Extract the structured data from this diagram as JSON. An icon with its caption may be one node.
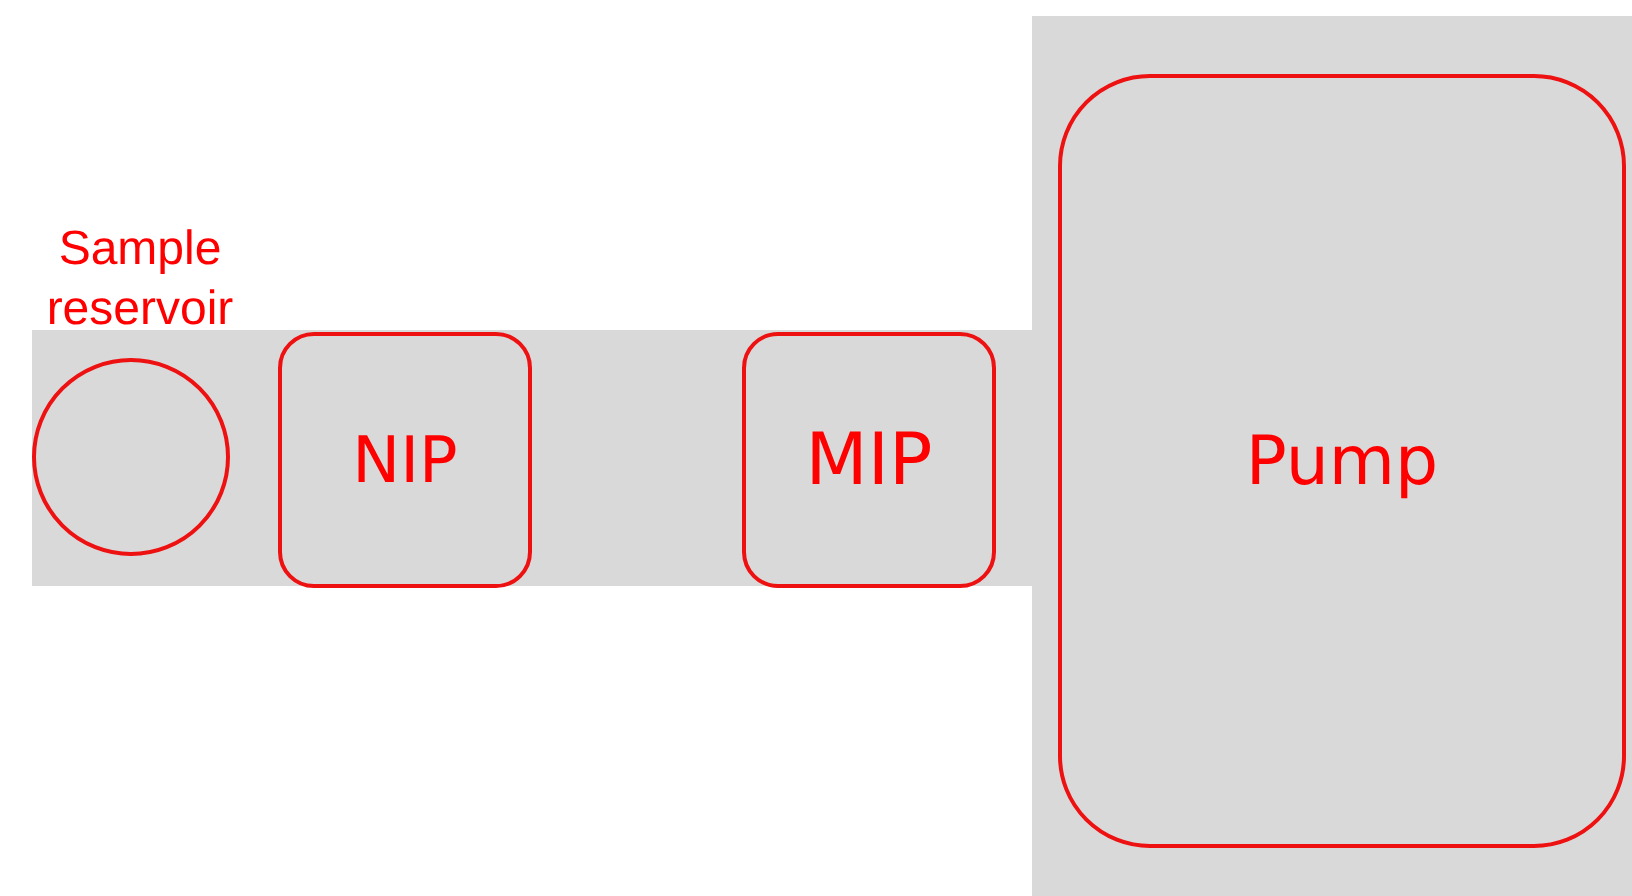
{
  "diagram": {
    "nodes": [
      {
        "text": [
          "Sample reservoir"
        ]
      },
      {
        "text": [
          "NIP"
        ]
      },
      {
        "text": [
          "MIP"
        ]
      },
      {
        "text": [
          "Pump"
        ]
      }
    ]
  }
}
